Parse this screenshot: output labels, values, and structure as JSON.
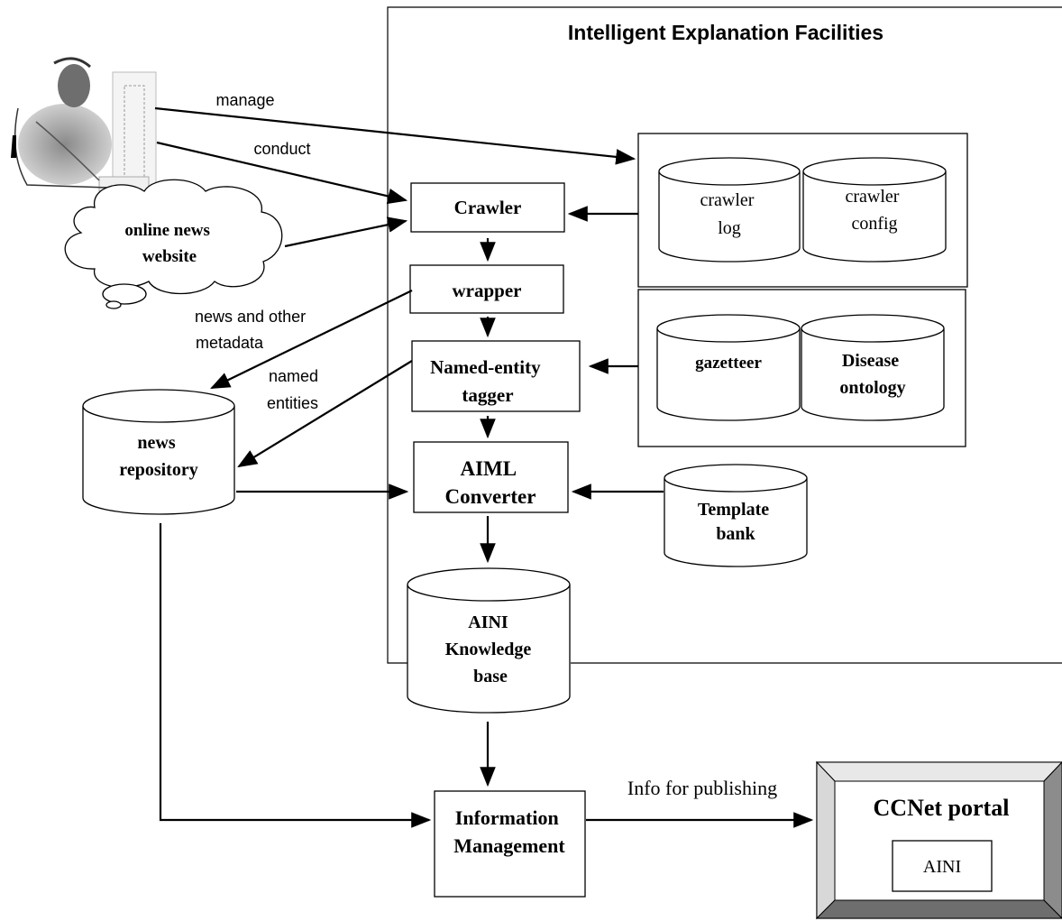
{
  "title": "Intelligent Explanation Facilities",
  "user": {
    "icon": "user-at-computer-icon"
  },
  "edge_labels": {
    "manage": "manage",
    "conduct": "conduct",
    "news_other": [
      "news and other",
      "metadata"
    ],
    "named_entities": [
      "named",
      "entities"
    ],
    "info_publishing": "Info for publishing"
  },
  "nodes": {
    "online_news": [
      "online news",
      "website"
    ],
    "crawler": "Crawler",
    "wrapper": "wrapper",
    "named_entity_tagger": [
      "Named-entity",
      "tagger"
    ],
    "aiml_converter": [
      "AIML",
      "Converter"
    ],
    "crawler_log": [
      "crawler",
      "log"
    ],
    "crawler_config": [
      "crawler",
      "config"
    ],
    "gazetteer": "gazetteer",
    "disease_ontology": [
      "Disease",
      "ontology"
    ],
    "template_bank": [
      "Template",
      "bank"
    ],
    "news_repository": [
      "news",
      "repository"
    ],
    "aini_kb": [
      "AINI",
      "Knowledge",
      "base"
    ],
    "information_management": [
      "Information",
      "Management"
    ],
    "ccnet_portal": "CCNet portal",
    "aini": "AINI"
  }
}
